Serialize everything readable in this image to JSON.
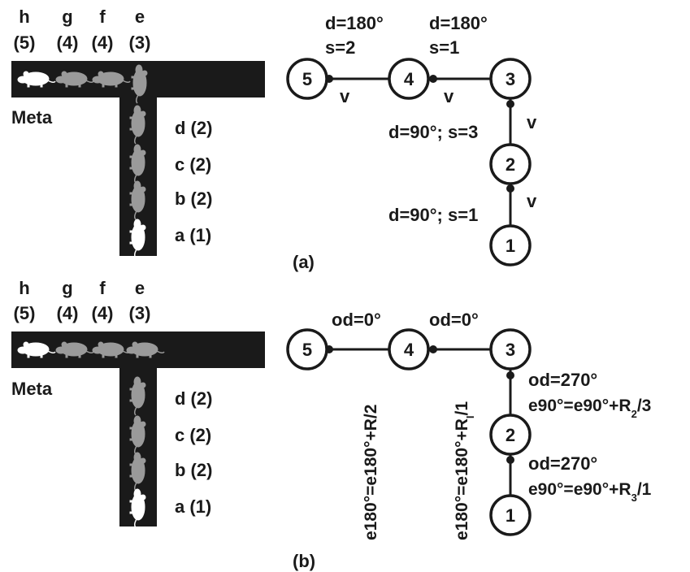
{
  "colors": {
    "ink": "#1a1a1a",
    "maze": "#1a1a1a",
    "mouse_white": "#ffffff",
    "mouse_gray": "#9a9a9a"
  },
  "panel_a": {
    "caption": "(a)",
    "maze": {
      "meta_label": "Meta",
      "top_letters": [
        "h",
        "g",
        "f",
        "e"
      ],
      "top_counts": [
        "(5)",
        "(4)",
        "(4)",
        "(3)"
      ],
      "arm_labels": [
        "d (2)",
        "c (2)",
        "b (2)",
        "a (1)"
      ]
    },
    "graph": {
      "nodes": [
        "5",
        "4",
        "3",
        "2",
        "1"
      ],
      "edge_54_top": [
        "d=180°",
        "s=2"
      ],
      "edge_43_top": [
        "d=180°",
        "s=1"
      ],
      "v": "v",
      "edge_32_label": "d=90°; s=3",
      "edge_21_label": "d=90°; s=1"
    }
  },
  "panel_b": {
    "caption": "(b)",
    "maze": {
      "meta_label": "Meta",
      "top_letters": [
        "h",
        "g",
        "f",
        "e"
      ],
      "top_counts": [
        "(5)",
        "(4)",
        "(4)",
        "(3)"
      ],
      "arm_labels": [
        "d (2)",
        "c (2)",
        "b (2)",
        "a (1)"
      ]
    },
    "graph": {
      "nodes": [
        "5",
        "4",
        "3",
        "2",
        "1"
      ],
      "edge_54_top": "od=0°",
      "edge_43_top": "od=0°",
      "edge_54_rot": {
        "main": "e180°=e180°+R",
        "sub": "",
        "tail": "/2"
      },
      "edge_43_rot": {
        "main": "e180°=e180°+R",
        "sub": "I",
        "tail": "/1"
      },
      "edge_32_od": "od=270°",
      "edge_32_e": {
        "main": "e90°=e90°+R",
        "sub": "2",
        "tail": "/3"
      },
      "edge_21_od": "od=270°",
      "edge_21_e": {
        "main": "e90°=e90°+R",
        "sub": "3",
        "tail": "/1"
      }
    }
  }
}
